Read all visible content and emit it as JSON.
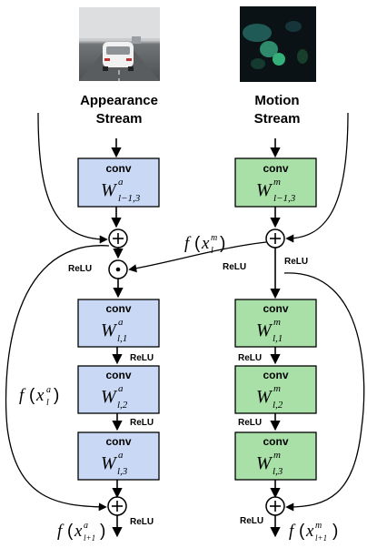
{
  "streams": {
    "appearance": {
      "title_line1": "Appearance",
      "title_line2": "Stream",
      "block_color": "#c9d9f5",
      "blocks": [
        {
          "label": "conv",
          "sup": "a",
          "sub": "l−1,3"
        },
        {
          "label": "conv",
          "sup": "a",
          "sub": "l,1"
        },
        {
          "label": "conv",
          "sup": "a",
          "sub": "l,2"
        },
        {
          "label": "conv",
          "sup": "a",
          "sub": "l,3"
        }
      ]
    },
    "motion": {
      "title_line1": "Motion",
      "title_line2": "Stream",
      "block_color": "#a8e0a8",
      "blocks": [
        {
          "label": "conv",
          "sup": "m",
          "sub": "l−1,3"
        },
        {
          "label": "conv",
          "sup": "m",
          "sub": "l,1"
        },
        {
          "label": "conv",
          "sup": "m",
          "sub": "l,2"
        },
        {
          "label": "conv",
          "sup": "m",
          "sub": "l,3"
        }
      ]
    }
  },
  "labels": {
    "relu": "ReLU",
    "f_xlm_base": "f",
    "f_xlm_x": "x",
    "f_xlm_sup": "m",
    "f_xlm_sub": "l",
    "f_xla_base": "f",
    "f_xla_x": "x",
    "f_xla_sup": "a",
    "f_xla_sub": "l",
    "f_out_a_sup": "a",
    "f_out_a_sub": "l+1",
    "f_out_m_sup": "m",
    "f_out_m_sub": "l+1",
    "w": "W"
  },
  "colors": {
    "appearance_block": "#c9d9f5",
    "motion_block": "#a8e0a8"
  }
}
